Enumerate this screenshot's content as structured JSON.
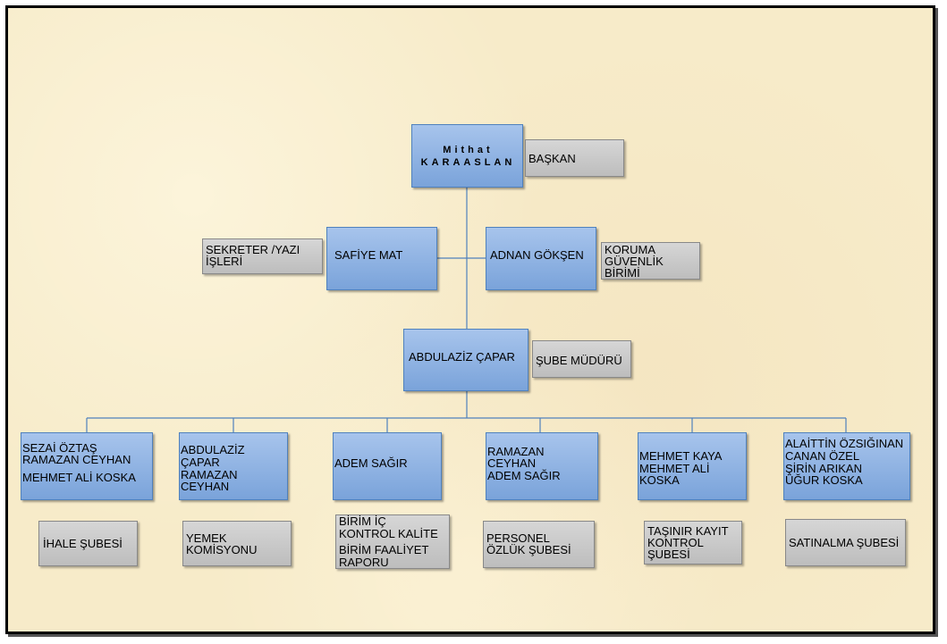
{
  "head": {
    "line1": "Mithat",
    "line2": "KARAASLAN",
    "role": "BAŞKAN"
  },
  "secretary": {
    "name": "SAFİYE MAT",
    "role": "SEKRETER /YAZI İŞLERİ"
  },
  "security": {
    "name": "ADNAN GÖKŞEN",
    "role": "KORUMA GÜVENLİK BİRİMİ"
  },
  "manager": {
    "name": "ABDULAZİZ ÇAPAR",
    "role": "ŞUBE MÜDÜRÜ"
  },
  "units": [
    {
      "names": [
        "SEZAİ ÖZTAŞ",
        "RAMAZAN CEYHAN",
        "MEHMET ALİ KOSKA"
      ],
      "unit": "İHALE ŞUBESİ"
    },
    {
      "names": [
        "ABDULAZİZ",
        "ÇAPAR",
        "RAMAZAN",
        "CEYHAN"
      ],
      "unit": "YEMEK KOMİSYONU"
    },
    {
      "names": [
        "ADEM SAĞIR"
      ],
      "unit_lines": [
        "BİRİM İÇ",
        "KONTROL KALİTE",
        "BİRİM FAALİYET",
        "RAPORU"
      ]
    },
    {
      "names": [
        "RAMAZAN",
        "CEYHAN",
        "ADEM SAĞIR"
      ],
      "unit": "PERSONEL ÖZLÜK ŞUBESİ"
    },
    {
      "names": [
        "MEHMET KAYA",
        "MEHMET ALİ",
        "KOSKA"
      ],
      "unit": "TAŞINIR KAYIT KONTROL ŞUBESİ"
    },
    {
      "names": [
        "ALAİTTİN ÖZSIĞINAN",
        "CANAN ÖZEL",
        "ŞİRİN ARIKAN",
        "ÜĞUR KOSKA"
      ],
      "unit": "SATINALMA ŞUBESİ"
    }
  ],
  "colors": {
    "box_fill": "#95b8e6",
    "box_border": "#4f81bd",
    "label_fill": "#c9c9c9",
    "background": "#f7ebc9",
    "line": "#4f81bd"
  }
}
